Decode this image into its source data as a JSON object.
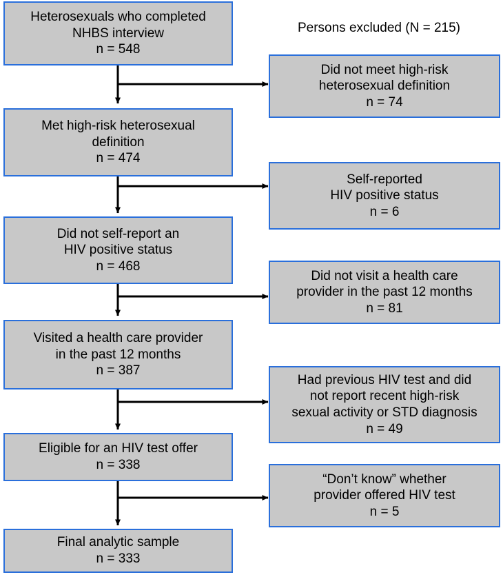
{
  "figure": {
    "type": "flowchart",
    "orientation": "vertical-with-side-exclusions",
    "box_fill": "#c8c8c8",
    "box_border": "#2a6fdb",
    "arrow_color": "#000000",
    "background": "#ffffff"
  },
  "excluded_header": {
    "label": "Persons excluded (N = 215)"
  },
  "main_flow": [
    {
      "id": "enrolled",
      "lines": [
        "Heterosexuals who completed",
        "NHBS interview",
        "n = 548"
      ],
      "n": 548
    },
    {
      "id": "high-risk",
      "lines": [
        "Met high-risk heterosexual",
        "definition",
        "n = 474"
      ],
      "n": 474
    },
    {
      "id": "hiv-negative-selfreport",
      "lines": [
        "Did not self-report an",
        "HIV positive status",
        "n = 468"
      ],
      "n": 468
    },
    {
      "id": "visited-provider",
      "lines": [
        "Visited a health care provider",
        "in the past 12 months",
        "n = 387"
      ],
      "n": 387
    },
    {
      "id": "eligible-test-offer",
      "lines": [
        "Eligible for an HIV test offer",
        "n = 338"
      ],
      "n": 338
    },
    {
      "id": "final-sample",
      "lines": [
        "Final analytic sample",
        "n = 333"
      ],
      "n": 333
    }
  ],
  "exclusions": [
    {
      "id": "not-high-risk",
      "lines": [
        "Did not meet high-risk",
        "heterosexual definition",
        "n = 74"
      ],
      "n": 74
    },
    {
      "id": "self-reported-positive",
      "lines": [
        "Self-reported",
        "HIV positive status",
        "n = 6"
      ],
      "n": 6
    },
    {
      "id": "no-provider-visit",
      "lines": [
        "Did not visit a health care",
        "provider in the past 12 months",
        "n = 81"
      ],
      "n": 81
    },
    {
      "id": "previous-test-no-recent-risk",
      "lines": [
        "Had previous HIV test and did",
        "not report recent high-risk",
        "sexual activity or STD diagnosis",
        "n = 49"
      ],
      "n": 49
    },
    {
      "id": "dont-know-offer",
      "lines": [
        "“Don’t know” whether",
        "provider offered HIV test",
        "n = 5"
      ],
      "n": 5
    }
  ]
}
